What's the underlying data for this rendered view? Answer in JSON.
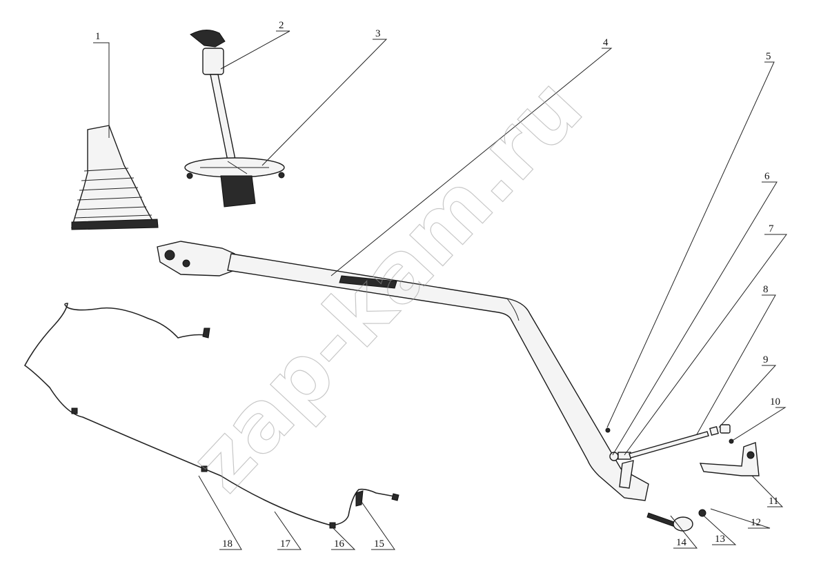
{
  "watermark": "zap-kam.ru",
  "callouts": [
    {
      "id": "callout-1",
      "text": "1"
    },
    {
      "id": "callout-2",
      "text": "2"
    },
    {
      "id": "callout-3",
      "text": "3"
    },
    {
      "id": "callout-4",
      "text": "4"
    },
    {
      "id": "callout-5",
      "text": "5"
    },
    {
      "id": "callout-6",
      "text": "6"
    },
    {
      "id": "callout-7",
      "text": "7"
    },
    {
      "id": "callout-8",
      "text": "8"
    },
    {
      "id": "callout-9",
      "text": "9"
    },
    {
      "id": "callout-10",
      "text": "10"
    },
    {
      "id": "callout-11",
      "text": "11"
    },
    {
      "id": "callout-12",
      "text": "12"
    },
    {
      "id": "callout-13",
      "text": "13"
    },
    {
      "id": "callout-14",
      "text": "14"
    },
    {
      "id": "callout-15",
      "text": "15"
    },
    {
      "id": "callout-16",
      "text": "16"
    },
    {
      "id": "callout-17",
      "text": "17"
    },
    {
      "id": "callout-18",
      "text": "18"
    }
  ]
}
